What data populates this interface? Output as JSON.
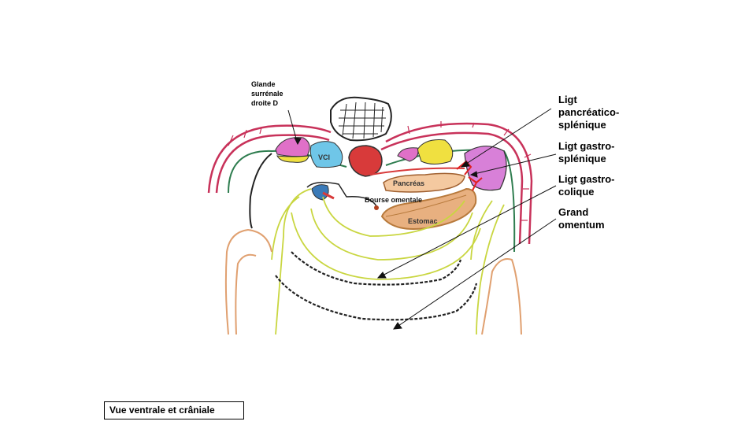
{
  "labels": {
    "adrenal": [
      "Glande",
      "surrénale",
      "droite D"
    ],
    "vci": "VCI",
    "pancreas": "Pancréas",
    "bursa": "Bourse omentale",
    "stomach": "Estomac",
    "lig_pancreatico": [
      "Ligt",
      "pancréatico-",
      "splénique"
    ],
    "lig_gastrosplenic": [
      "Ligt gastro-",
      "splénique"
    ],
    "lig_gastrocolic": [
      "Ligt gastro-",
      "colique"
    ],
    "greater_omentum": [
      "Grand",
      "omentum"
    ]
  },
  "caption": "Vue ventrale et crâniale",
  "colors": {
    "muscle_outline": "#c8325a",
    "peritoneum_green": "#2e7d4f",
    "omentum_yellow": "#c9d640",
    "colon_orange": "#e0a070",
    "adrenal_pink": "#e070c8",
    "vci_blue": "#6fc6e8",
    "aorta_red": "#d83a3a",
    "pancreas_fill": "#f4c9a0",
    "stomach_brown": "#b87a3c",
    "spleen_purple": "#d880d8",
    "kidney_yellow": "#f0e040",
    "vessel_red": "#e02020",
    "colon_black": "#222222"
  }
}
